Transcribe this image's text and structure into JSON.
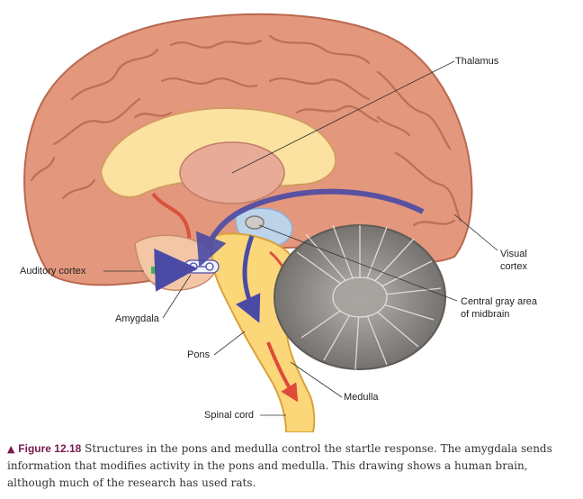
{
  "labels": {
    "thalamus": "Thalamus",
    "visual_line1": "Visual",
    "visual_line2": "cortex",
    "central_line1": "Central gray area",
    "central_line2": "of midbrain",
    "auditory": "Auditory cortex",
    "amygdala": "Amygdala",
    "pons": "Pons",
    "medulla": "Medulla",
    "spinal": "Spinal cord"
  },
  "caption": {
    "marker": "▲",
    "figure_number": "Figure 12.18",
    "text": "Structures in the pons and medulla control the startle response. The amygdala sends information that modifies activity in the pons and medulla. This drawing shows a human brain, although much of the research has used rats."
  },
  "colors": {
    "cortex": "#e3977c",
    "cortex_dark": "#b9684f",
    "white_matter": "#fbe2a0",
    "brainstem": "#fbd77a",
    "cerebellum": "#8d8a87",
    "thalamus": "#e7ab98",
    "arrow_purple": "#4b4ba6",
    "arrow_green": "#3db45a",
    "arrow_red": "#e04a3a"
  }
}
